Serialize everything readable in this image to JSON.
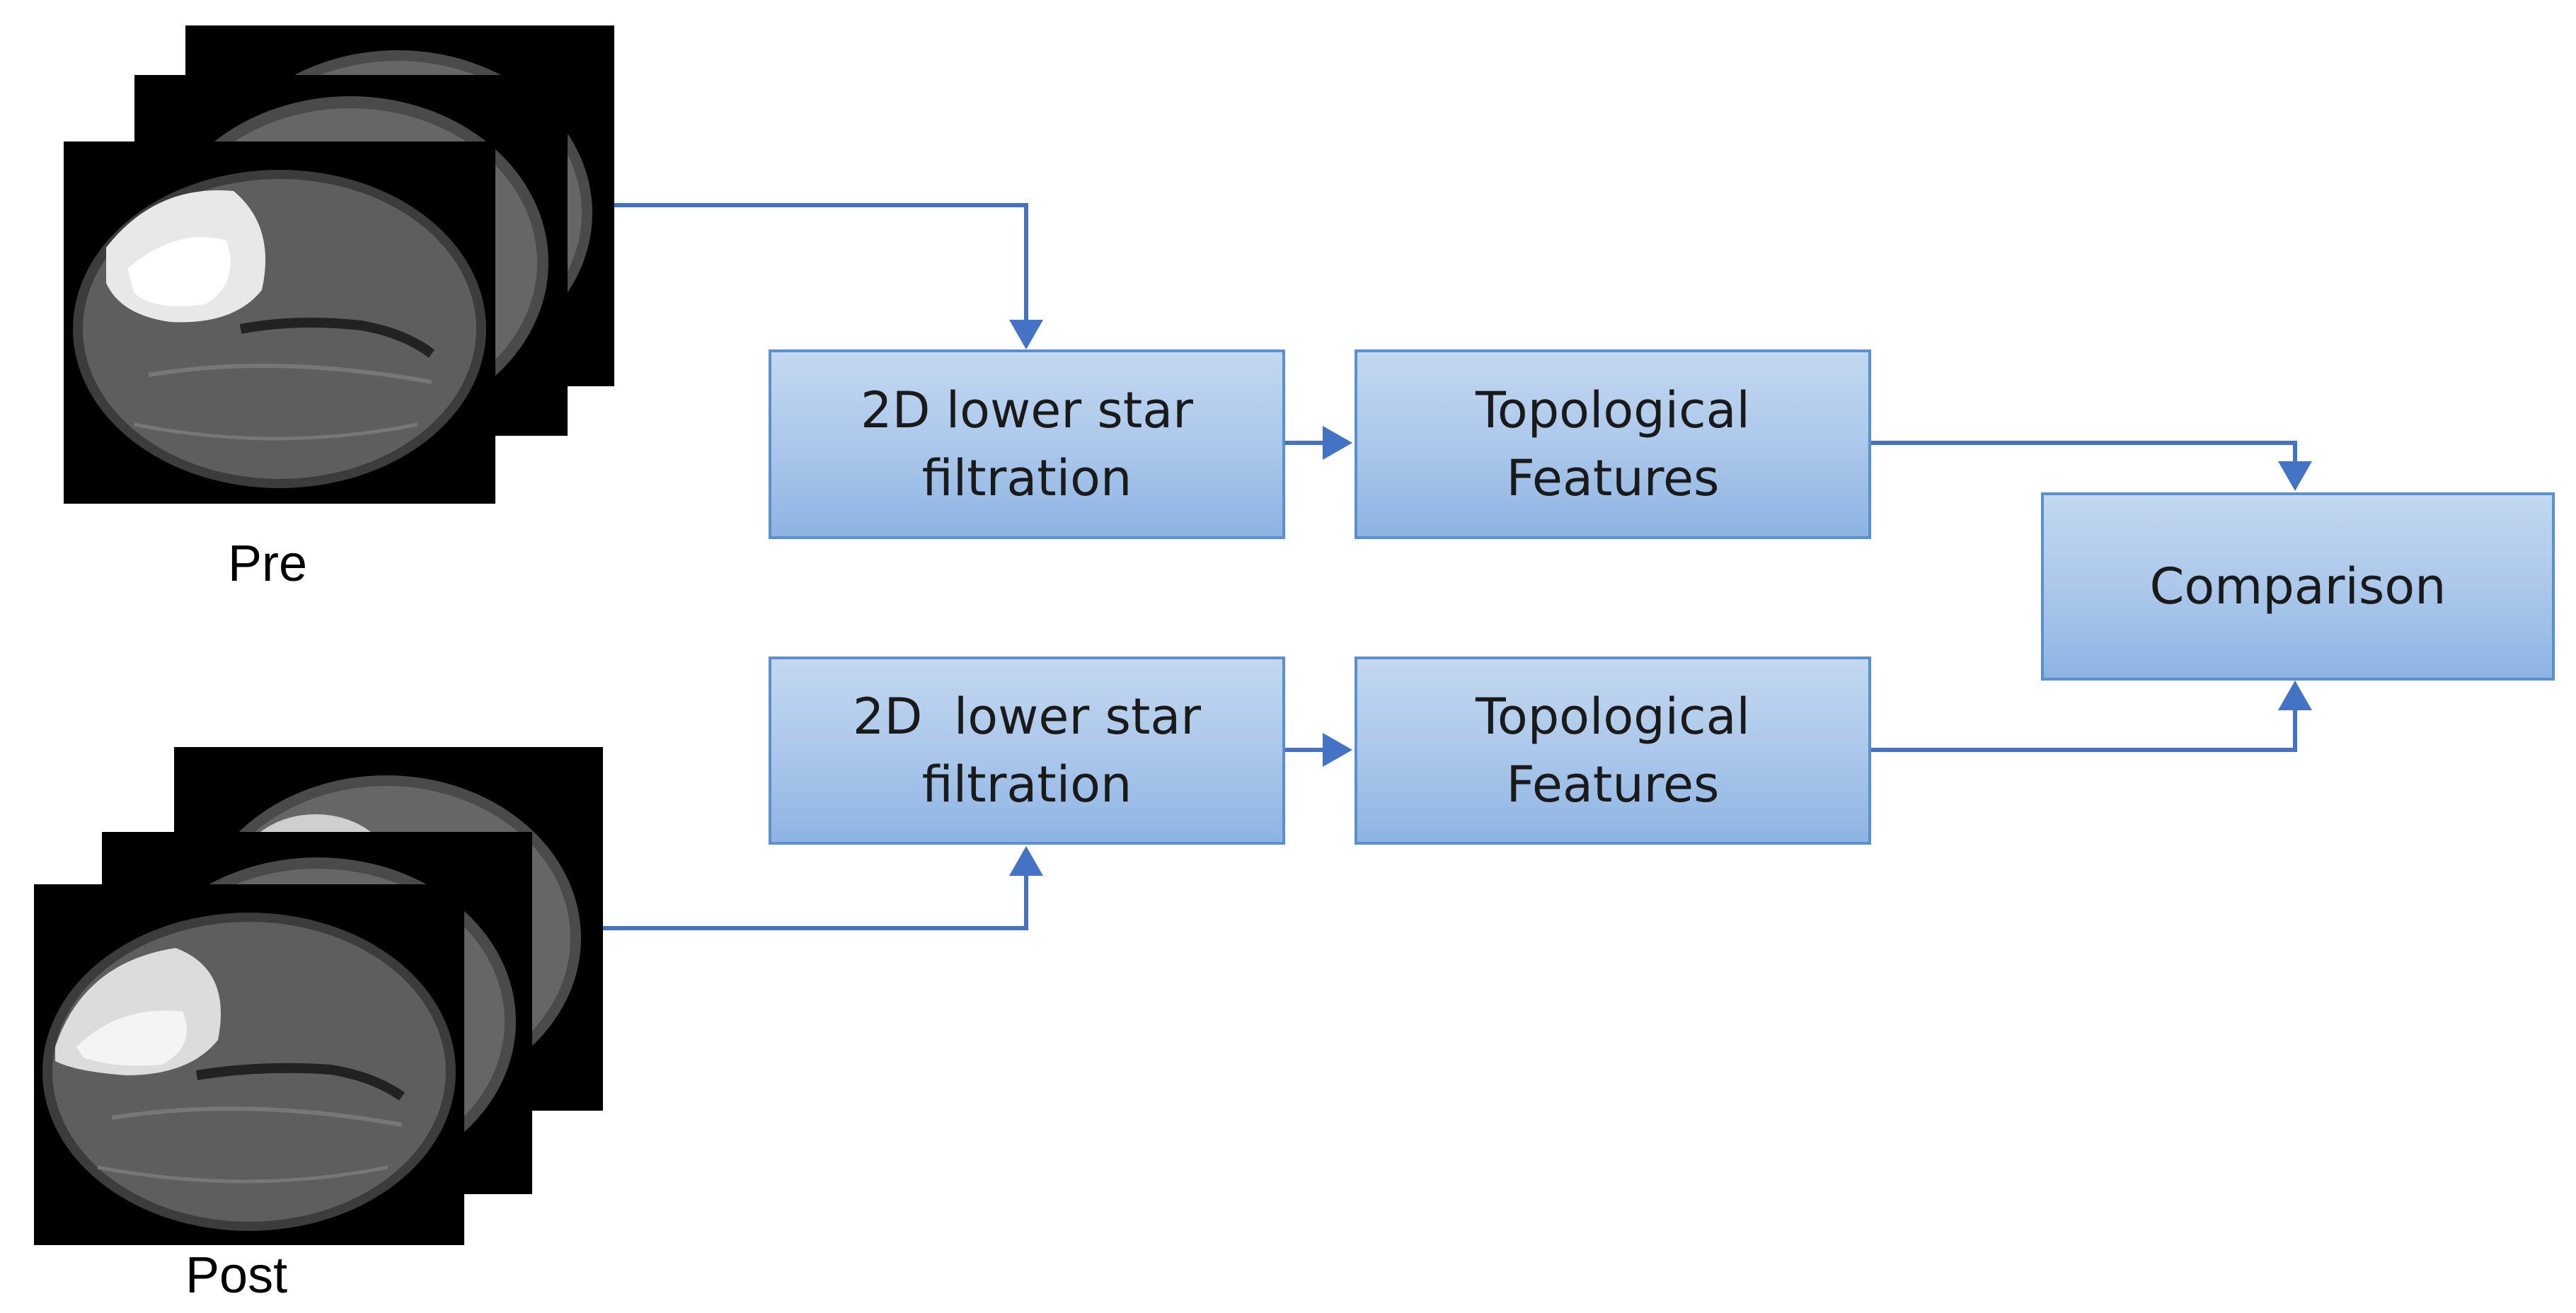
{
  "images": {
    "pre": {
      "caption": "Pre"
    },
    "post": {
      "caption": "Post"
    }
  },
  "boxes": {
    "filtration_pre": {
      "lines": [
        "2D lower star",
        "filtration"
      ]
    },
    "features_pre": {
      "lines": [
        "Topological",
        "Features"
      ]
    },
    "filtration_post": {
      "lines": [
        "2D  lower star",
        "filtration"
      ]
    },
    "features_post": {
      "lines": [
        "Topological",
        "Features"
      ]
    },
    "comparison": {
      "lines": [
        "Comparison"
      ]
    }
  },
  "colors": {
    "box_border": "#5b8fd0",
    "box_fill": "#a9c6ea",
    "arrow": "#4472c4"
  }
}
